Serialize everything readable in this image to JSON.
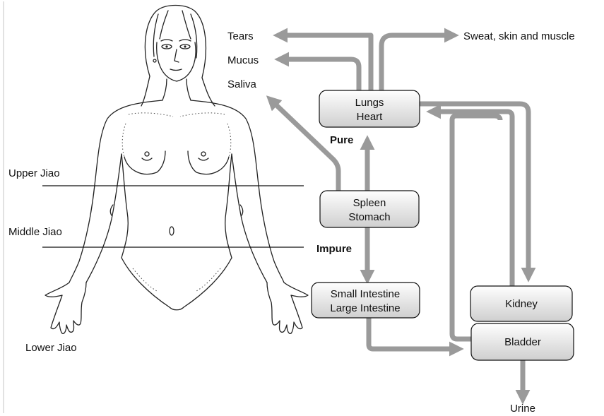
{
  "colors": {
    "arrow": "#9a9a9a",
    "box_top": "#fefefe",
    "box_bottom": "#cfcfcf",
    "line": "#111111"
  },
  "labels": {
    "tears": "Tears",
    "mucus": "Mucus",
    "saliva": "Saliva",
    "sweat": "Sweat, skin and muscle",
    "pure": "Pure",
    "impure": "Impure",
    "urine": "Urine",
    "upper_jiao": "Upper Jiao",
    "middle_jiao": "Middle Jiao",
    "lower_jiao": "Lower Jiao"
  },
  "boxes": {
    "lungs_heart": [
      "Lungs",
      "Heart"
    ],
    "spleen_stomach": [
      "Spleen",
      "Stomach"
    ],
    "intestines": [
      "Small Intestine",
      "Large Intestine"
    ],
    "kidney": [
      "Kidney"
    ],
    "bladder": [
      "Bladder"
    ]
  }
}
